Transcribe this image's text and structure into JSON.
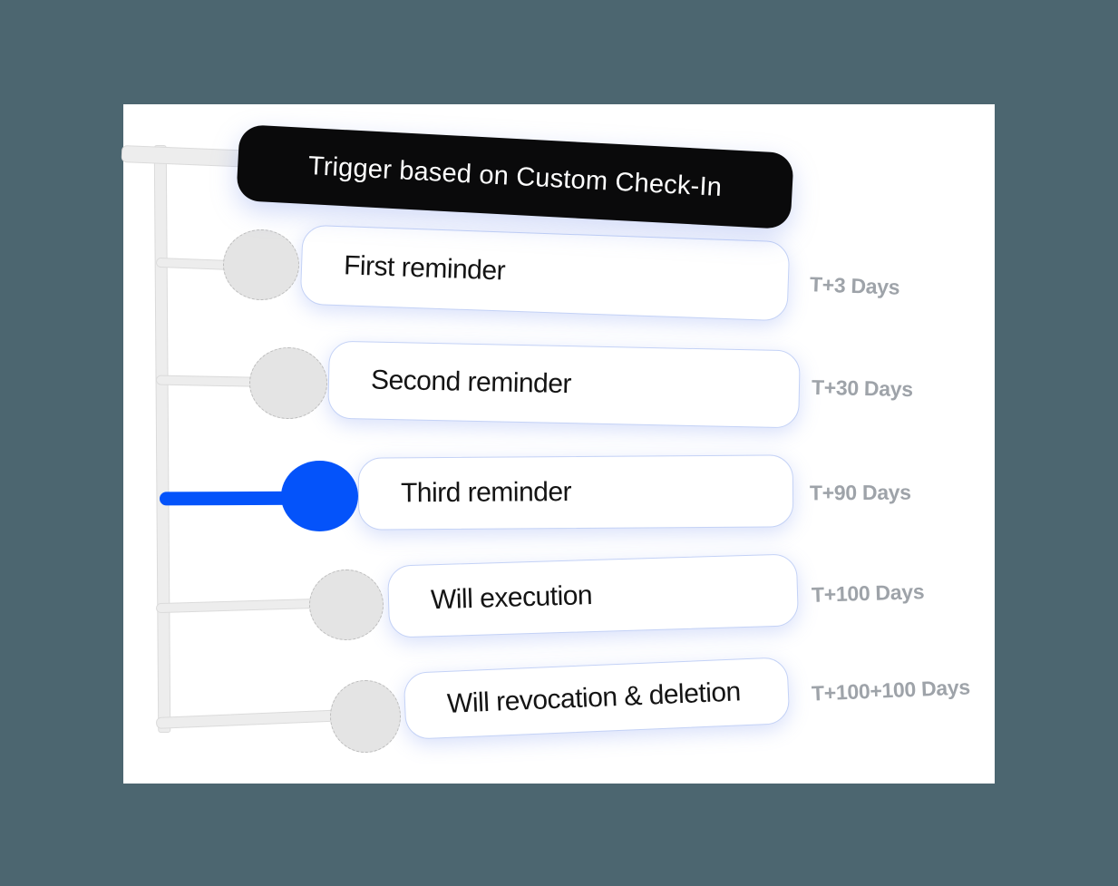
{
  "header": {
    "title": "Trigger based on Custom Check-In"
  },
  "rows": [
    {
      "title": "First reminder",
      "timing": "T+3 Days",
      "state": "default"
    },
    {
      "title": "Second reminder",
      "timing": "T+30 Days",
      "state": "default"
    },
    {
      "title": "Third reminder",
      "timing": "T+90 Days",
      "state": "active"
    },
    {
      "title": "Will execution",
      "timing": "T+100 Days",
      "state": "default"
    },
    {
      "title": "Will revocation & deletion",
      "timing": "T+100+100 Days",
      "state": "default"
    }
  ],
  "colors": {
    "background": "#4C6670",
    "card": "#FFFFFF",
    "header_bg": "#0A0A0B",
    "accent_blue": "#0453FA",
    "node_gray": "#E4E4E4",
    "pipe_gray": "#EDEDED",
    "step_border": "#C4D2F6",
    "timing_text": "#9EA3A9"
  }
}
